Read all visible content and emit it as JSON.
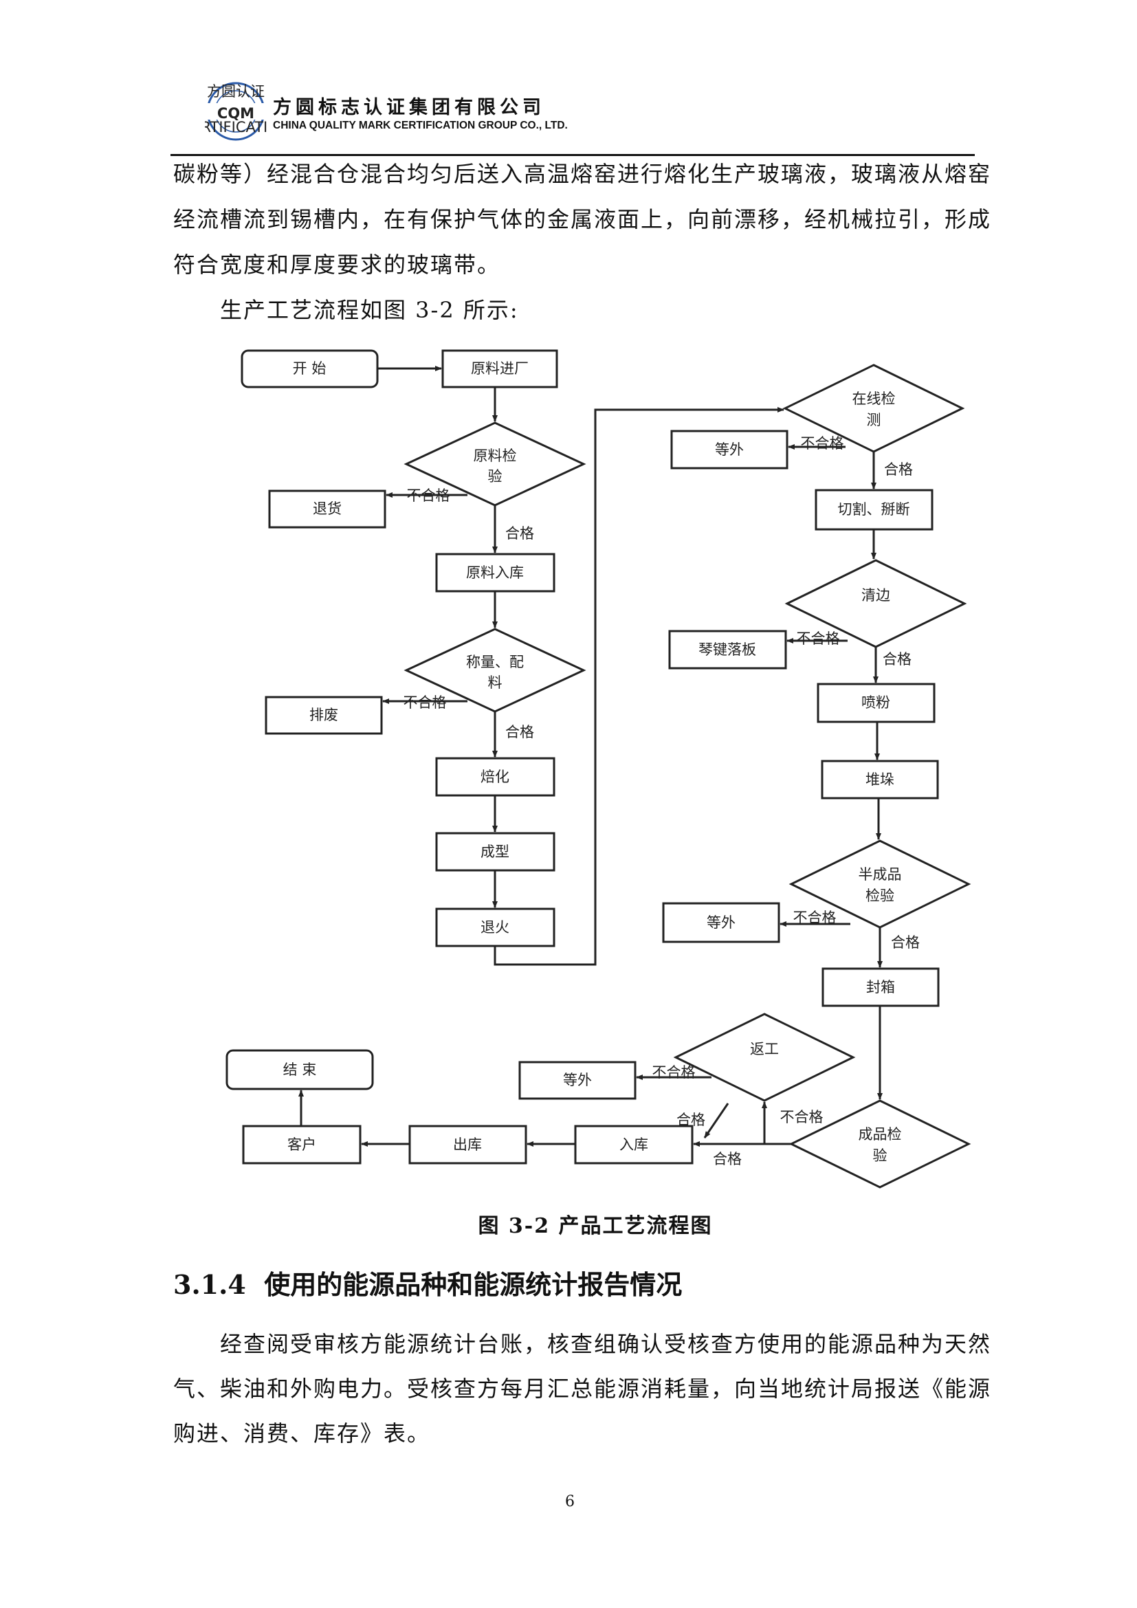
{
  "header": {
    "logo_text": "CQM",
    "logo_ring_text": [
      "方圆认证",
      "CERTIFICATION"
    ],
    "company_cn": "方圆标志认证集团有限公司",
    "company_en": "CHINA QUALITY MARK CERTIFICATION GROUP CO., LTD."
  },
  "body": {
    "para1_lines": [
      "碳粉等）经混合仓混合均匀后送入高温熔窑进行熔化生产玻璃液，玻璃液从熔窑",
      "经流槽流到锡槽内，在有保护气体的金属液面上，向前漂移，经机械拉引，形成",
      "符合宽度和厚度要求的玻璃带。"
    ],
    "intro": "生产工艺流程如图 3-2 所示:",
    "caption": "图 3-2 产品工艺流程图",
    "heading": "3.1.4  使用的能源品种和能源统计报告情况",
    "para2_lines": [
      "经查阅受审核方能源统计台账，核查组确认受核查方使用的能源品种为天然",
      "气、柴油和外购电力。受核查方每月汇总能源消耗量，向当地统计局报送《能源",
      "购进、消费、库存》表。"
    ],
    "page_number": "6"
  },
  "flow": {
    "start": "开  始",
    "raw_in": "原料进厂",
    "raw_check": [
      "原料检",
      "验"
    ],
    "return_goods": "退货",
    "raw_store": "原料入库",
    "weigh": [
      "称量、配",
      "料"
    ],
    "discharge": "排废",
    "melt": "焙化",
    "form": "成型",
    "anneal": "退火",
    "online_check": [
      "在线检",
      "测"
    ],
    "grade_out1": "等外",
    "cut": "切割、掰断",
    "edge": [
      "清边"
    ],
    "key_board": "琴键落板",
    "powder": "喷粉",
    "stack": "堆垛",
    "semi_check": [
      "半成品",
      "检验"
    ],
    "grade_out2": "等外",
    "seal": "封箱",
    "final_check": [
      "成品检",
      "验"
    ],
    "rework": [
      "返工"
    ],
    "grade_out3": "等外",
    "warehouse_in": "入库",
    "warehouse_out": "出库",
    "customer": "客户",
    "end": "结  束",
    "fail": "不合格",
    "pass": "合格"
  }
}
